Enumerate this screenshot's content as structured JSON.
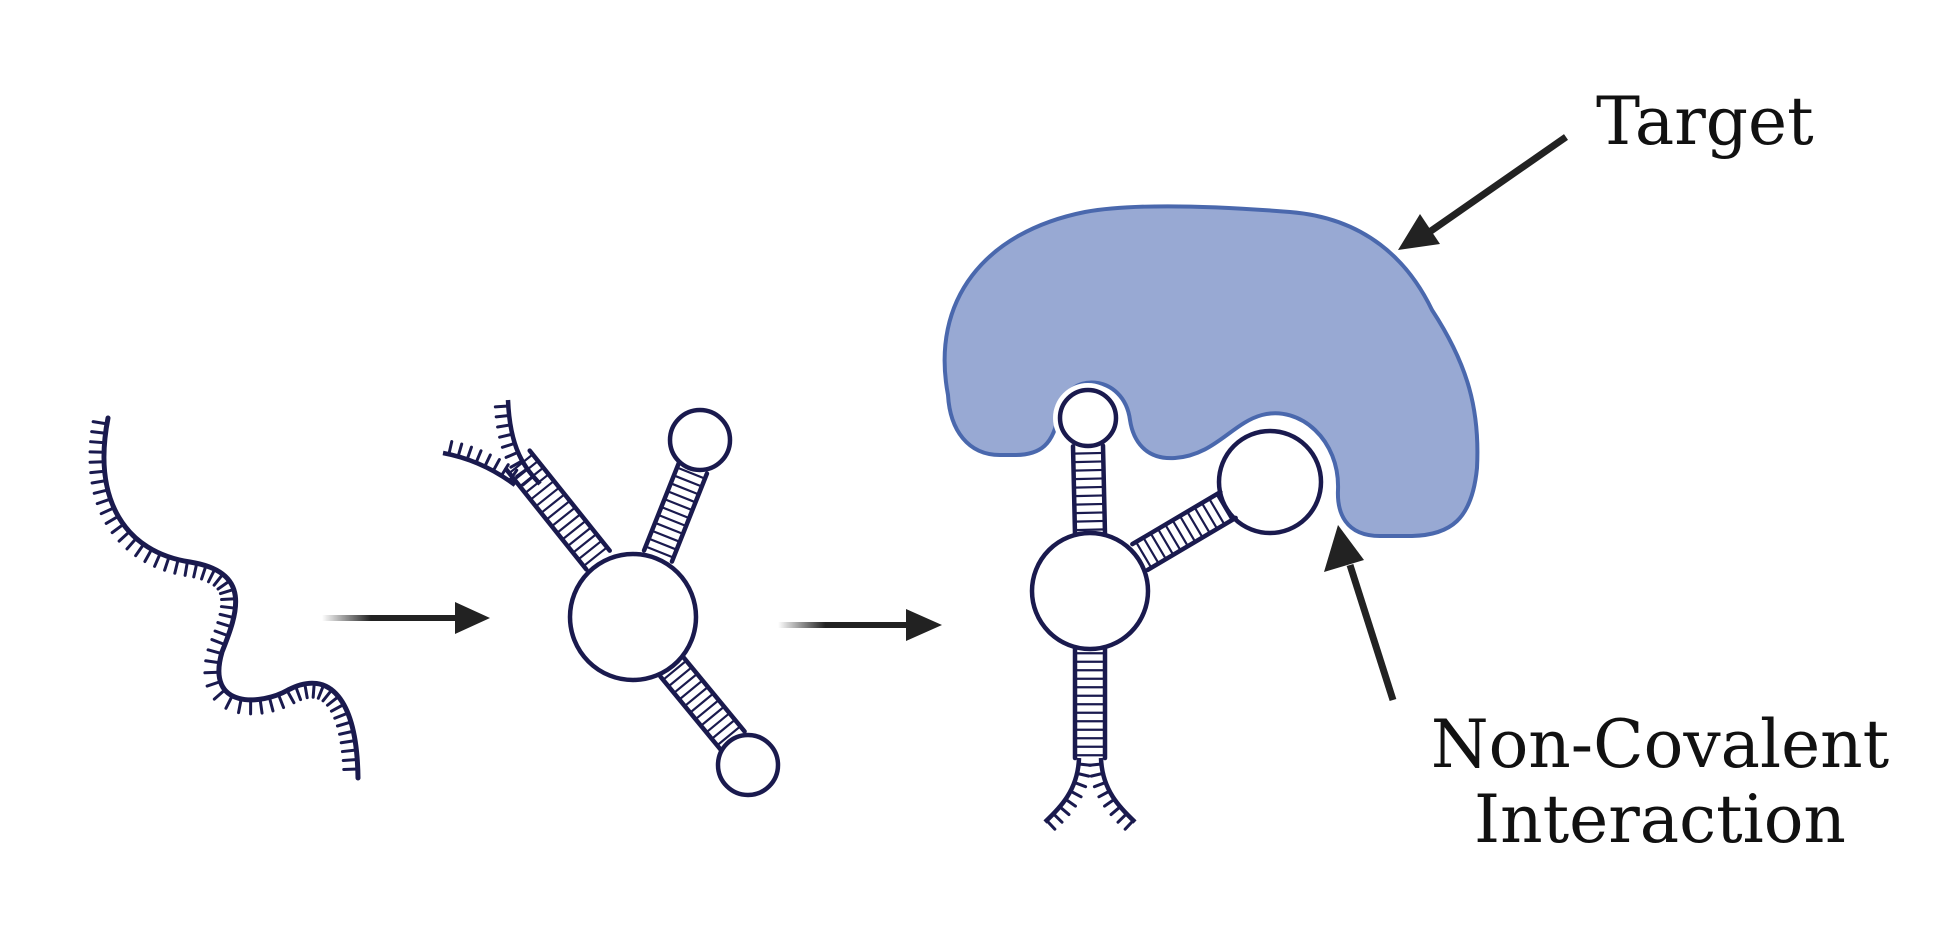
{
  "labels": {
    "target": "Target",
    "interaction_line1": "Non-Covalent",
    "interaction_line2": "Interaction"
  },
  "colors": {
    "strand": "#1a1a4e",
    "target_fill": "#98a9d3",
    "target_stroke": "#4a68ad",
    "arrow": "#222222",
    "background": "#ffffff"
  },
  "stages": [
    "linear-single-strand",
    "folded-aptamer",
    "aptamer-target-complex"
  ]
}
